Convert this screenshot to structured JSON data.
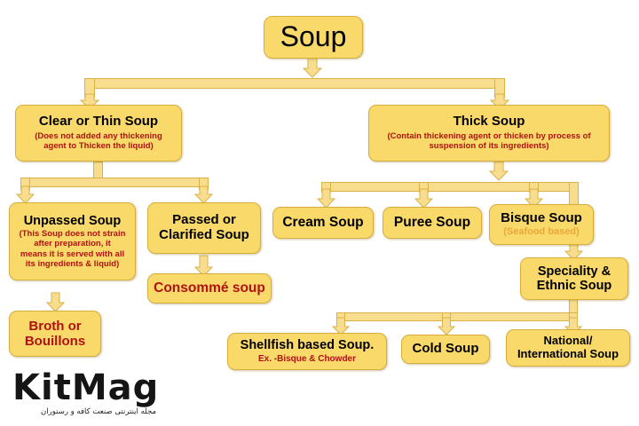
{
  "diagram": {
    "title": "Soup classification flowchart",
    "colors": {
      "box_fill": "#FAD96B",
      "box_border": "#D8AE3A",
      "connector_fill": "#F7DD8D",
      "connector_border": "#D9B248",
      "heading_text": "#000000",
      "note_text": "#B01212",
      "tan_note_text": "#E8A838",
      "background": "#FFFFFF"
    },
    "nodes": {
      "root": {
        "title": "Soup"
      },
      "clear_thin": {
        "title": "Clear or Thin Soup",
        "note_line1": "(Does not added any thickening",
        "note_line2": "agent to Thicken the liquid)"
      },
      "thick": {
        "title": "Thick Soup",
        "note_line1": "(Contain thickening  agent or thicken by process of",
        "note_line2": "suspension  of its ingredients)"
      },
      "unpassed": {
        "title": "Unpassed Soup",
        "note_line1": "(This Soup does not strain",
        "note_line2": "after preparation,  it",
        "note_line3": "means it is served with all",
        "note_line4": "its ingredients & liquid)"
      },
      "passed": {
        "title_line1": "Passed or",
        "title_line2": "Clarified Soup"
      },
      "consomme": {
        "title": "Consommé soup"
      },
      "broth": {
        "title_line1": "Broth or",
        "title_line2": "Bouillons"
      },
      "cream": {
        "title": "Cream Soup"
      },
      "puree": {
        "title": "Puree Soup"
      },
      "bisque": {
        "title": "Bisque Soup",
        "note": "(Seafood based)"
      },
      "speciality": {
        "title_line1": "Speciality &",
        "title_line2": "Ethnic Soup"
      },
      "shellfish": {
        "title": "Shellfish based Soup.",
        "note": "Ex. -Bisque  & Chowder"
      },
      "cold": {
        "title": "Cold Soup"
      },
      "national": {
        "title_line1": "National/",
        "title_line2": "International Soup"
      }
    }
  },
  "watermark": {
    "wordmark": "KitMag",
    "tagline": "مجله اینترنتی صنعت کافه و رستوران"
  }
}
